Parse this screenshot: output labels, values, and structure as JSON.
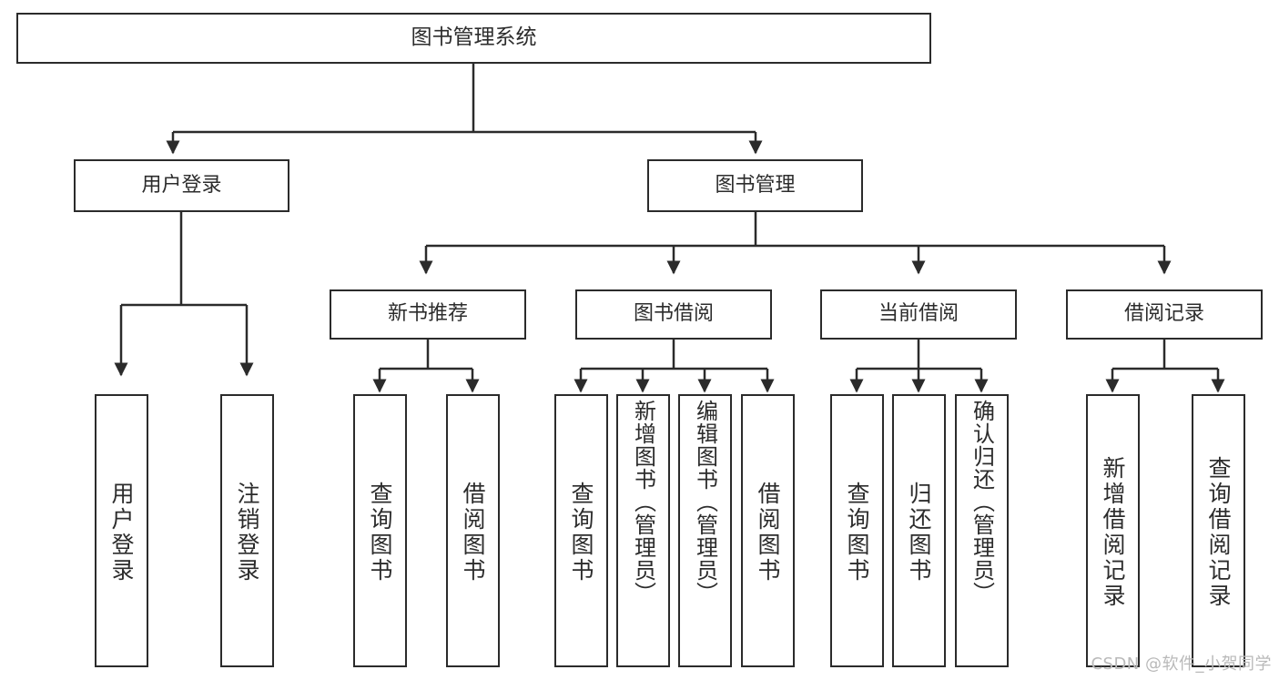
{
  "diagram": {
    "title": "图书管理系统",
    "type": "tree",
    "root": {
      "id": "root",
      "label": "图书管理系统",
      "level": 0
    },
    "levels": [
      {
        "level": 1,
        "nodes": [
          {
            "id": "user-login",
            "label": "用户登录"
          },
          {
            "id": "book-manage",
            "label": "图书管理"
          }
        ]
      },
      {
        "level": 2,
        "nodes": [
          {
            "id": "new-book-rec",
            "label": "新书推荐",
            "parent": "book-manage"
          },
          {
            "id": "book-borrow",
            "label": "图书借阅",
            "parent": "book-manage"
          },
          {
            "id": "current-borrow",
            "label": "当前借阅",
            "parent": "book-manage"
          },
          {
            "id": "borrow-record",
            "label": "借阅记录",
            "parent": "book-manage"
          }
        ]
      }
    ],
    "leaves": [
      {
        "id": "leaf-user-login",
        "label": "用户登录",
        "parent": "user-login"
      },
      {
        "id": "leaf-logout-login",
        "label": "注销登录",
        "parent": "user-login"
      },
      {
        "id": "leaf-query-book-1",
        "label": "查询图书",
        "parent": "new-book-rec"
      },
      {
        "id": "leaf-borrow-book-1",
        "label": "借阅图书",
        "parent": "new-book-rec"
      },
      {
        "id": "leaf-query-book-2",
        "label": "查询图书",
        "parent": "book-borrow"
      },
      {
        "id": "leaf-add-book",
        "label": "新增图书（管理员）",
        "parent": "book-borrow"
      },
      {
        "id": "leaf-edit-book",
        "label": "编辑图书（管理员）",
        "parent": "book-borrow"
      },
      {
        "id": "leaf-borrow-book-2",
        "label": "借阅图书",
        "parent": "book-borrow"
      },
      {
        "id": "leaf-query-book-3",
        "label": "查询图书",
        "parent": "current-borrow"
      },
      {
        "id": "leaf-return-book",
        "label": "归还图书",
        "parent": "current-borrow"
      },
      {
        "id": "leaf-confirm-return",
        "label": "确认归还（管理员）",
        "parent": "current-borrow"
      },
      {
        "id": "leaf-add-record",
        "label": "新增借阅记录",
        "parent": "borrow-record"
      },
      {
        "id": "leaf-query-record",
        "label": "查询借阅记录",
        "parent": "borrow-record"
      }
    ]
  },
  "watermark": {
    "text": "CSDN @软件_小贺同学"
  },
  "colors": {
    "border": "#2b2b2b",
    "node_fill": "#ffffff",
    "text": "#2c2c2c",
    "edge": "#2b2b2b",
    "watermark": "#b9b9b9",
    "background": "#ffffff"
  }
}
